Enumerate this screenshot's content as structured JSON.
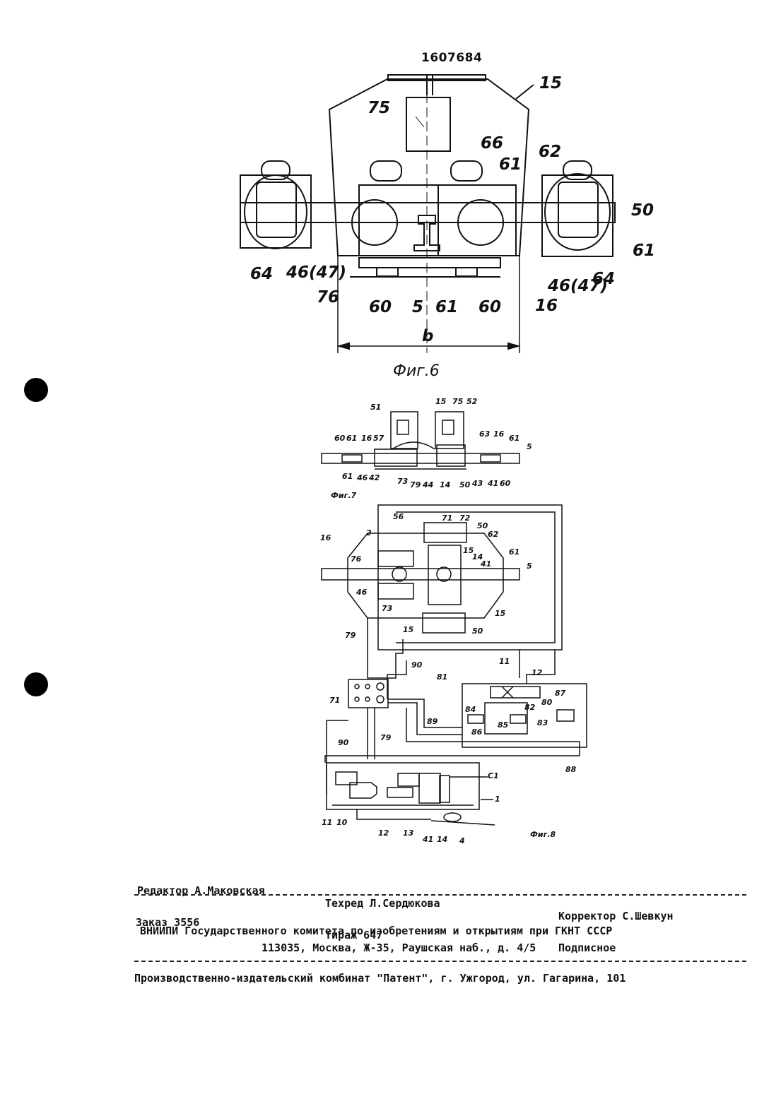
{
  "doc_number": "1607684",
  "fig6": {
    "caption": "Фиг.6",
    "labels": [
      "15",
      "75",
      "66",
      "61",
      "62",
      "50",
      "61",
      "64",
      "46(47)",
      "64",
      "46(47)",
      "76",
      "60",
      "5",
      "61",
      "60",
      "16",
      "b"
    ]
  },
  "fig7": {
    "caption": "Фиг.7",
    "labels": [
      "51",
      "15",
      "75",
      "52",
      "60",
      "61",
      "16",
      "57",
      "63",
      "16",
      "61",
      "5",
      "61",
      "46",
      "42",
      "73",
      "79",
      "44",
      "14",
      "50",
      "43",
      "41",
      "60"
    ]
  },
  "fig8": {
    "caption": "Фиг.8",
    "labels": [
      "56",
      "71",
      "72",
      "50",
      "62",
      "2",
      "16",
      "76",
      "15",
      "14",
      "41",
      "61",
      "5",
      "46",
      "73",
      "15",
      "15",
      "50",
      "79",
      "90",
      "11",
      "12",
      "81",
      "71",
      "84",
      "82",
      "80",
      "87",
      "89",
      "86",
      "85",
      "83",
      "90",
      "79",
      "88",
      "C1",
      "1",
      "11",
      "10",
      "12",
      "13",
      "41",
      "14",
      "4"
    ]
  },
  "imprint": {
    "editor": "Редактор А.Маковская",
    "techred": "Техред Л.Сердюкова",
    "corrector": "Корректор С.Шевкун",
    "order": "Заказ 3556",
    "circulation": "Тираж 647",
    "subscription": "Подписное",
    "org_line1": "ВНИИПИ Государственного комитета по изобретениям и открытиям при ГКНТ СССР",
    "org_line2": "113035, Москва, Ж-35, Раушская наб., д. 4/5",
    "publisher": "Производственно-издательский комбинат \"Патент\", г. Ужгород, ул. Гагарина, 101"
  }
}
